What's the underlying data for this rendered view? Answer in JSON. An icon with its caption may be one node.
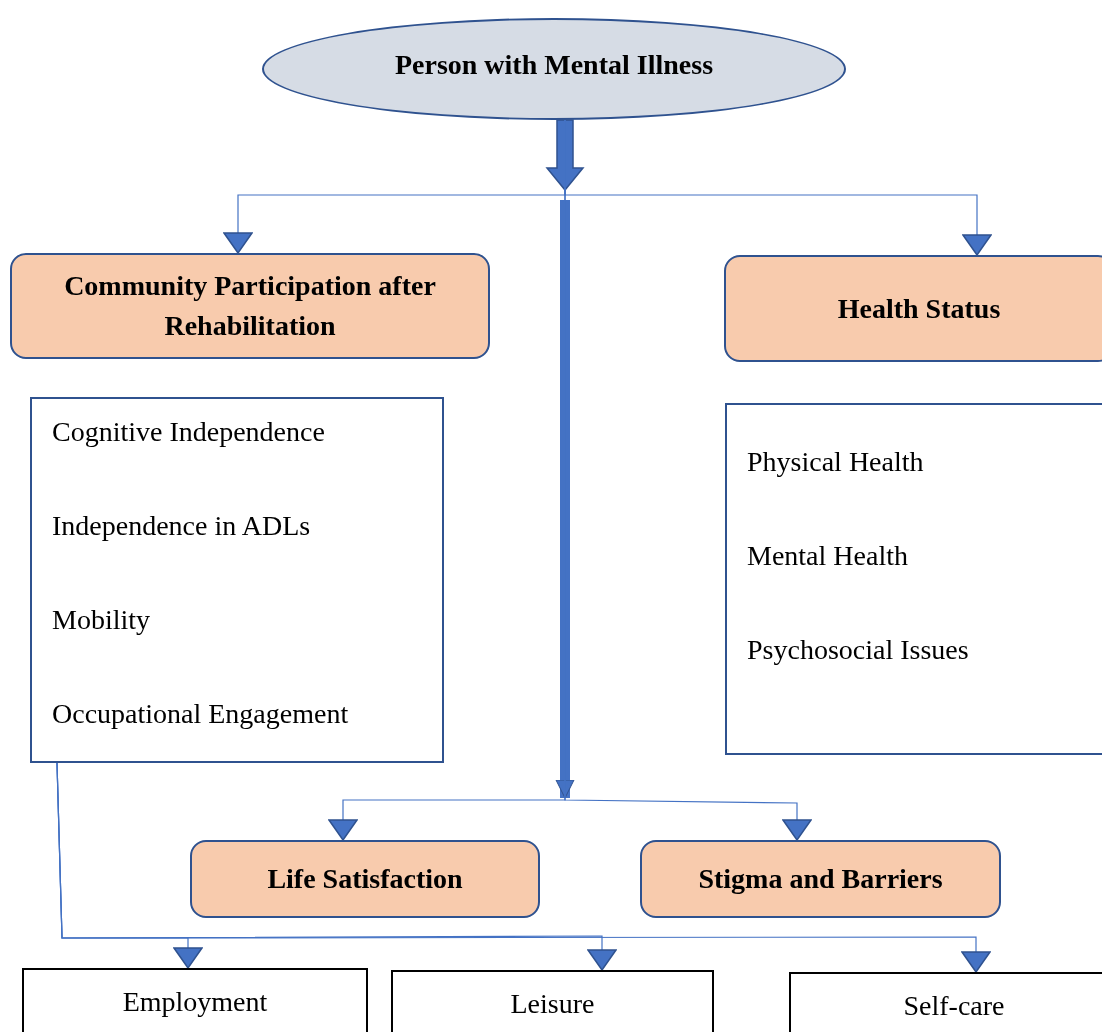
{
  "diagram": {
    "nodes": [
      {
        "text": [
          "Person with Mental Illness"
        ]
      },
      {
        "text": [
          "Community Participation after Rehabilitation"
        ]
      },
      {
        "text": [
          "Health Status"
        ]
      },
      {
        "text": [
          "Cognitive Independence",
          "Independence in ADLs",
          "Mobility",
          "Occupational Engagement"
        ]
      },
      {
        "text": [
          "Physical Health",
          "Mental Health",
          "Psychosocial Issues"
        ]
      },
      {
        "text": [
          "Life Satisfaction"
        ]
      },
      {
        "text": [
          "Stigma and Barriers"
        ]
      },
      {
        "text": [
          "Employment"
        ]
      },
      {
        "text": [
          "Leisure"
        ]
      },
      {
        "text": [
          "Self-care"
        ]
      }
    ],
    "edges": [
      {
        "from": 0,
        "to": 1,
        "arrow": "to"
      },
      {
        "from": 0,
        "to": 2,
        "arrow": "to"
      },
      {
        "from": 0,
        "to": 5,
        "arrow": "to"
      },
      {
        "from": 0,
        "to": 6,
        "arrow": "to"
      },
      {
        "from": 3,
        "to": 7,
        "arrow": "to"
      },
      {
        "from": 3,
        "to": 8,
        "arrow": "to"
      },
      {
        "from": 3,
        "to": 9,
        "arrow": "to"
      }
    ]
  }
}
